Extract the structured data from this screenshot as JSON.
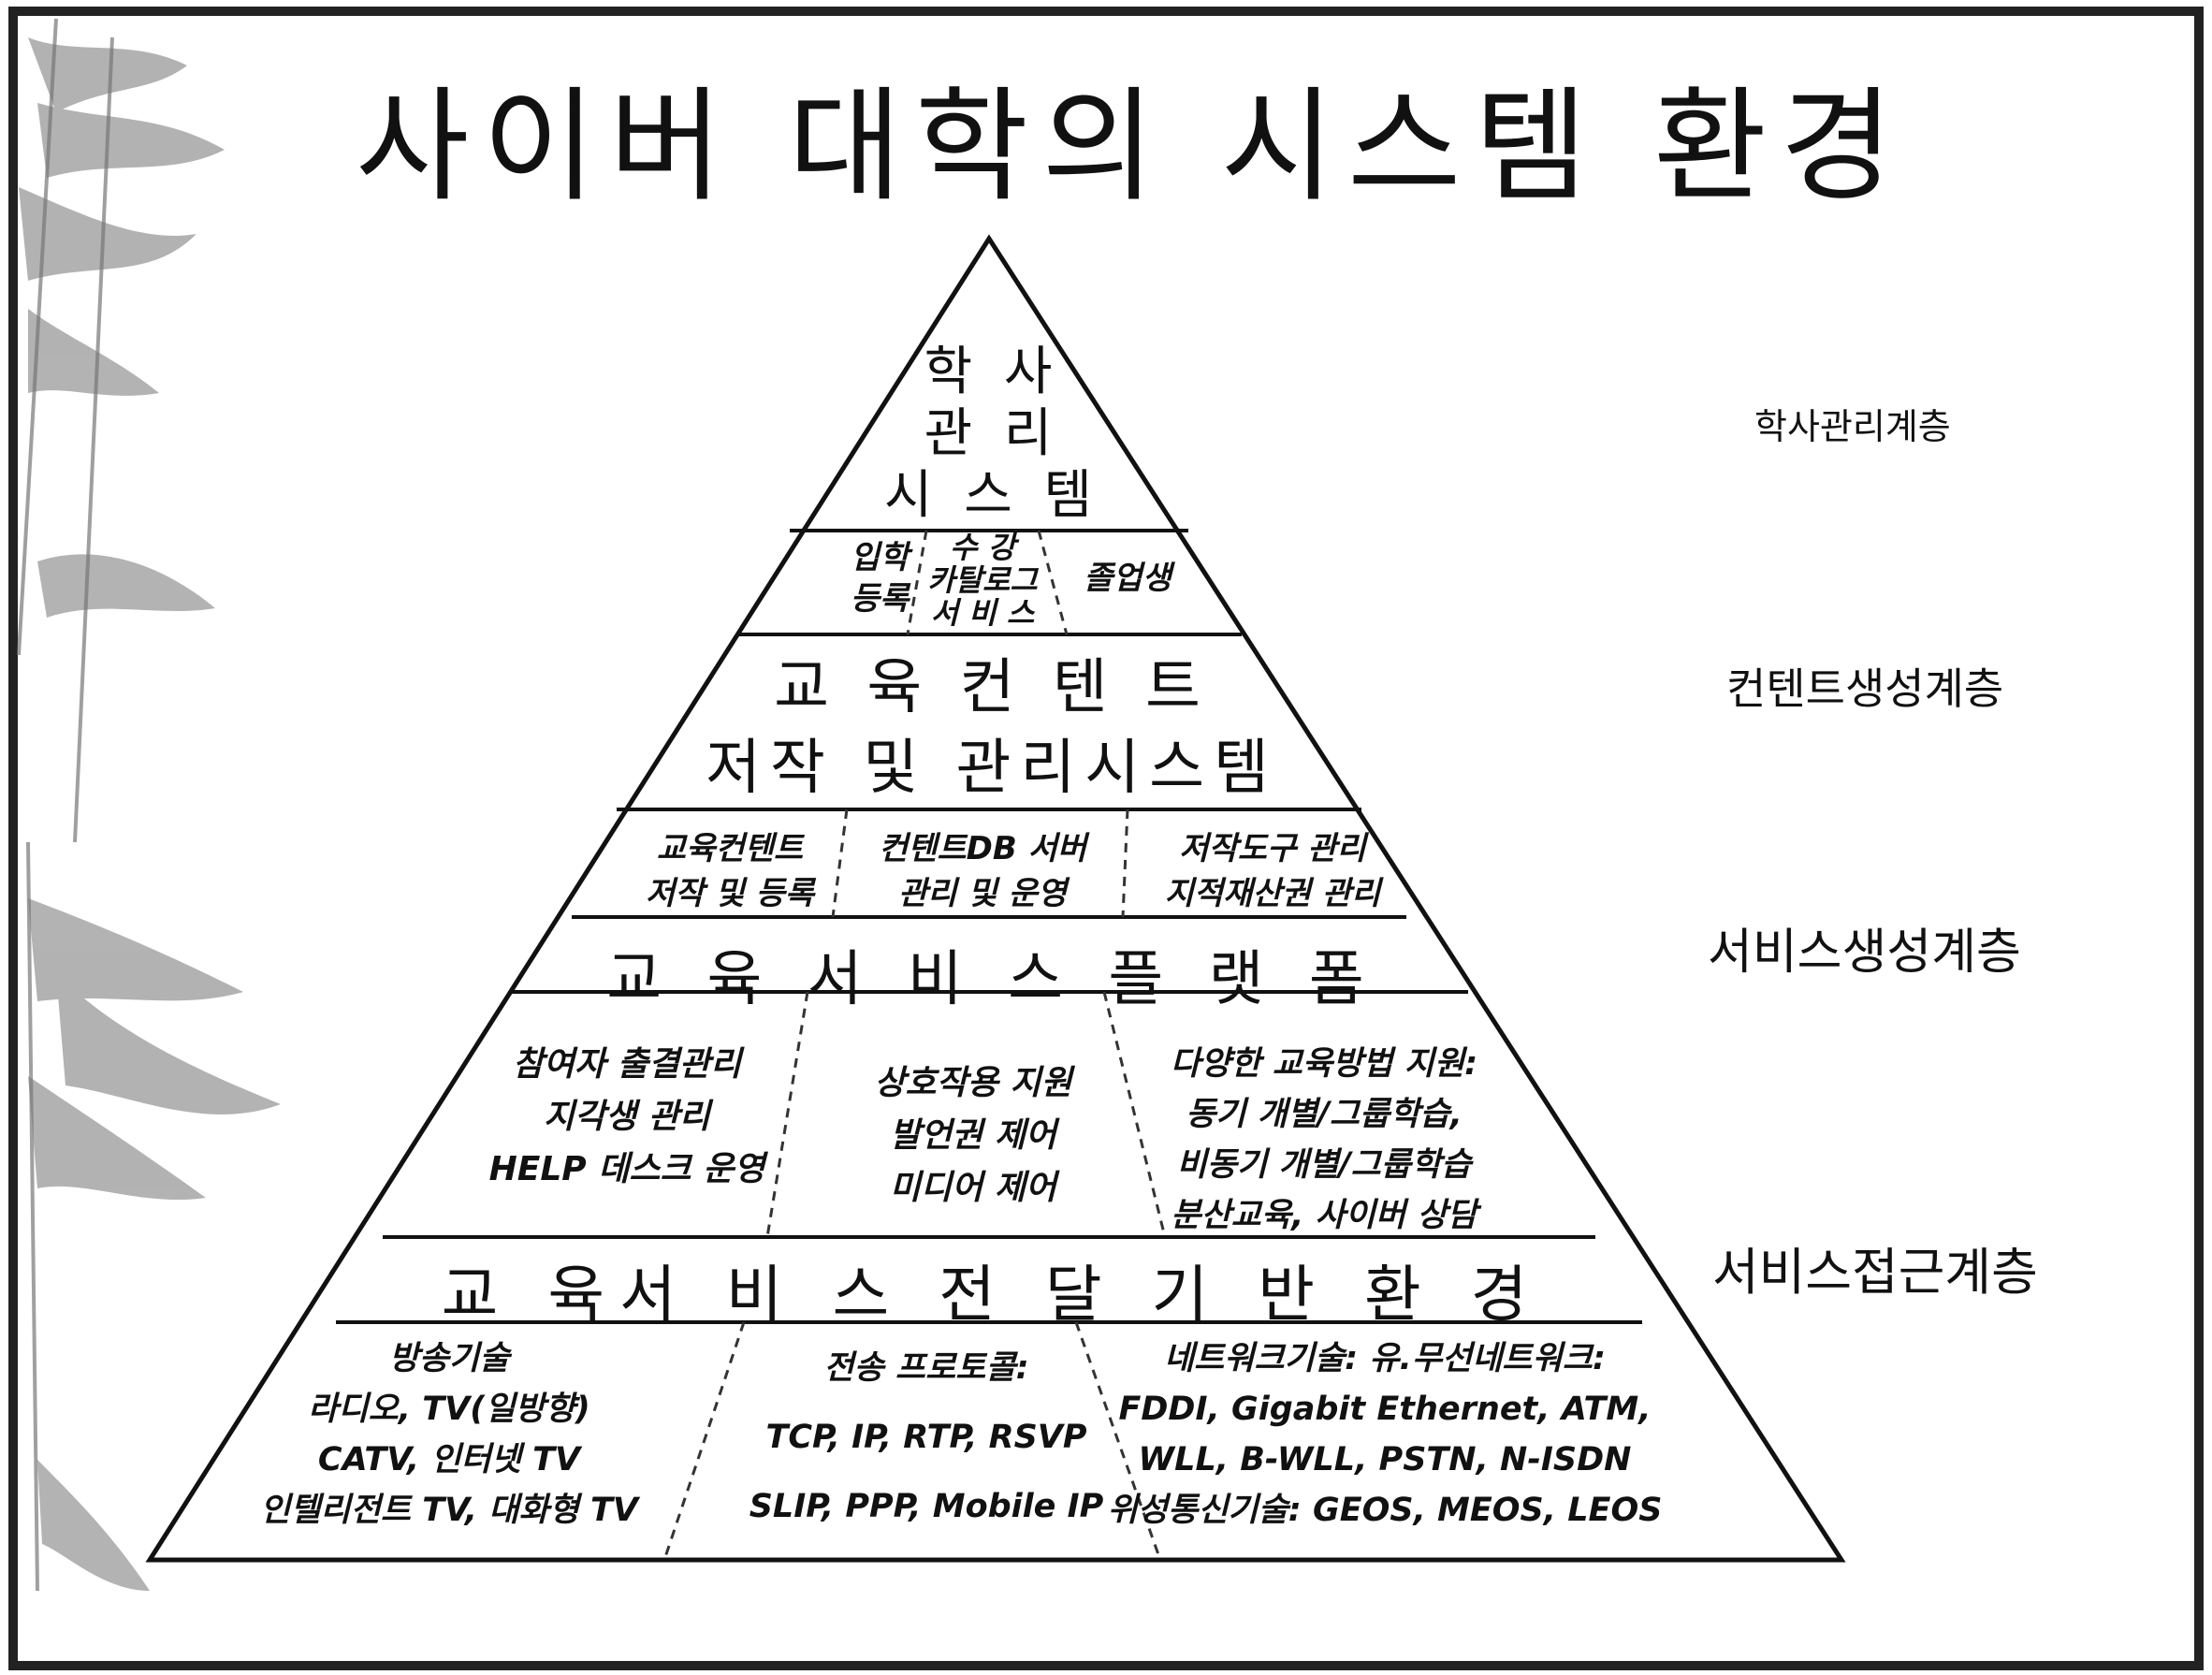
{
  "title": "사이버 대학의 시스템 환경",
  "layers": {
    "academic": "학사관리계층",
    "content": "컨텐트생성계층",
    "service_gen": "서비스생성계층",
    "service_access": "서비스접근계층"
  },
  "pyramid": {
    "apex": [
      "학 사",
      "관 리",
      "시 스 템"
    ],
    "academic_row": {
      "a": [
        "입학",
        "등록"
      ],
      "b": [
        "수 강",
        "카탈로그",
        "서 비 스"
      ],
      "c": [
        "졸업생"
      ]
    },
    "content_system": [
      "교 육 컨 텐 트",
      "저작 및 관리시스템"
    ],
    "content_row": {
      "a": [
        "교육컨텐트",
        "저작 및 등록"
      ],
      "b": [
        "컨텐트DB 서버",
        "관리 및 운영"
      ],
      "c": [
        "저작도구 관리",
        "지적재산권 관리"
      ]
    },
    "platform": "교 육 서 비 스 플 랫 폼",
    "service_row": {
      "a": [
        "참여자 출결관리",
        "지각생 관리",
        "HELP 데스크 운영"
      ],
      "b": [
        "상호작용 지원",
        "발언권 제어",
        "미디어 제어"
      ],
      "c": [
        "다양한 교육방법 지원:",
        "동기 개별/그룹학습,",
        "비동기 개별/그룹학습",
        "분산교육, 사이버 상담"
      ]
    },
    "delivery": "교 육서 비 스 전 달 기 반 환 경",
    "base_row": {
      "a": [
        "방송기술",
        "라디오, TV(일방향)",
        "CATV, 인터넷 TV",
        "인텔리전트 TV, 대화형 TV"
      ],
      "b": [
        "전송 프로토콜:",
        "TCP, IP, RTP, RSVP",
        "SLIP, PPP, Mobile IP"
      ],
      "c": [
        "네트워크기술: 유.무선네트워크:",
        "FDDI, Gigabit Ethernet, ATM,",
        "WLL, B-WLL, PSTN, N-ISDN",
        "위성통신기술: GEOS, MEOS, LEOS"
      ]
    }
  }
}
